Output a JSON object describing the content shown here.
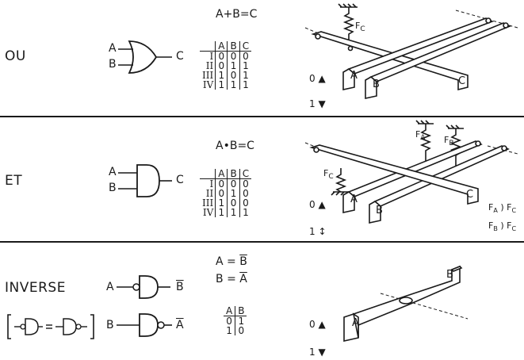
{
  "sections": [
    {
      "label": "OU",
      "equation": "A+B=C",
      "gate": {
        "in1": "A",
        "in2": "B",
        "out": "C"
      },
      "truth_table": {
        "headers": [
          "A",
          "B",
          "C"
        ],
        "rows": [
          {
            "n": "I",
            "v": [
              "0",
              "0",
              "0"
            ]
          },
          {
            "n": "II",
            "v": [
              "0",
              "1",
              "1"
            ]
          },
          {
            "n": "III",
            "v": [
              "1",
              "0",
              "1"
            ]
          },
          {
            "n": "IV",
            "v": [
              "1",
              "1",
              "1"
            ]
          }
        ]
      },
      "mechanism": {
        "bar_a": "A",
        "bar_b": "B",
        "bar_c": "C",
        "force": "F",
        "force_sub": "C"
      },
      "direction": {
        "zero": "0",
        "one": "1"
      }
    },
    {
      "label": "ET",
      "equation": "A•B=C",
      "gate": {
        "in1": "A",
        "in2": "B",
        "out": "C"
      },
      "truth_table": {
        "headers": [
          "A",
          "B",
          "C"
        ],
        "rows": [
          {
            "n": "I",
            "v": [
              "0",
              "0",
              "0"
            ]
          },
          {
            "n": "II",
            "v": [
              "0",
              "1",
              "0"
            ]
          },
          {
            "n": "III",
            "v": [
              "1",
              "0",
              "0"
            ]
          },
          {
            "n": "IV",
            "v": [
              "1",
              "1",
              "1"
            ]
          }
        ]
      },
      "mechanism": {
        "bar_a": "A",
        "bar_b": "B",
        "bar_c": "C",
        "force_a": "F",
        "force_a_sub": "A",
        "force_b": "F",
        "force_b_sub": "B",
        "force_c": "F",
        "force_c_sub": "C"
      },
      "conditions": [
        {
          "l": "F",
          "ls": "A",
          "op": ")",
          "r": "F",
          "rs": "C"
        },
        {
          "l": "F",
          "ls": "B",
          "op": ")",
          "r": "F",
          "rs": "C"
        }
      ],
      "direction": {
        "zero": "0",
        "one": "1"
      }
    },
    {
      "label": "INVERSE",
      "equation1": {
        "l": "A",
        "eq": "=",
        "r": "B"
      },
      "equation2": {
        "l": "B",
        "eq": "=",
        "r": "A"
      },
      "gate1": {
        "in": "A",
        "out": "B"
      },
      "gate2": {
        "in": "B",
        "out": "A"
      },
      "truth_table": {
        "headers": [
          "A",
          "B"
        ],
        "rows": [
          [
            "0",
            "1"
          ],
          [
            "1",
            "0"
          ]
        ]
      },
      "mechanism": {
        "bar_a": "A",
        "bar_b": "B"
      },
      "direction": {
        "zero": "0",
        "one": "1"
      }
    }
  ]
}
